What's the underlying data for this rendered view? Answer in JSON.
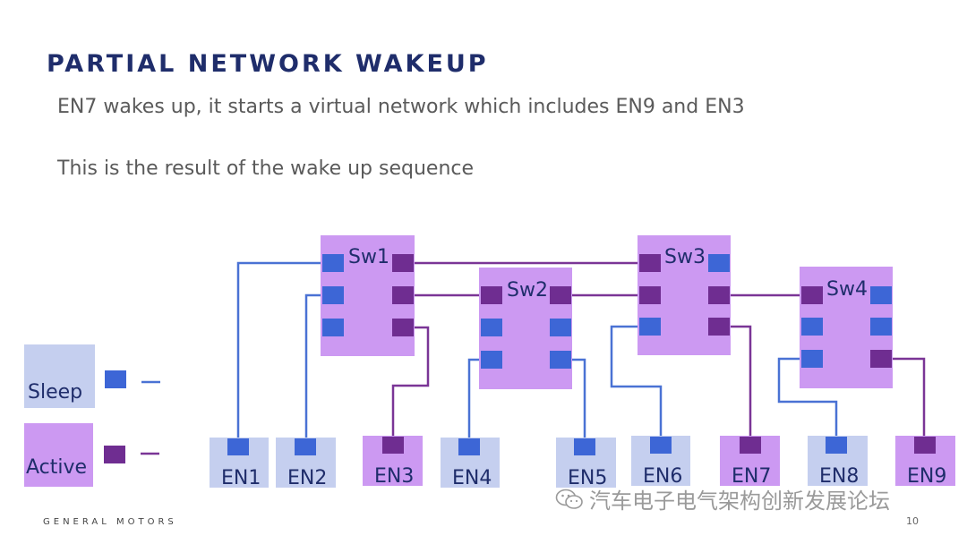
{
  "title": "PARTIAL NETWORK WAKEUP",
  "subtitle_line1": "EN7 wakes up, it starts a virtual network which includes EN9 and EN3",
  "subtitle_line2": "This is the result of the wake up sequence",
  "legend": {
    "sleep_label": "Sleep",
    "active_label": "Active"
  },
  "switches": [
    {
      "id": "sw1",
      "label": "Sw1",
      "state": "active"
    },
    {
      "id": "sw2",
      "label": "Sw2",
      "state": "active"
    },
    {
      "id": "sw3",
      "label": "Sw3",
      "state": "active"
    },
    {
      "id": "sw4",
      "label": "Sw4",
      "state": "active"
    }
  ],
  "nodes": [
    {
      "id": "en1",
      "label": "EN1",
      "state": "sleep"
    },
    {
      "id": "en2",
      "label": "EN2",
      "state": "sleep"
    },
    {
      "id": "en3",
      "label": "EN3",
      "state": "active"
    },
    {
      "id": "en4",
      "label": "EN4",
      "state": "sleep"
    },
    {
      "id": "en5",
      "label": "EN5",
      "state": "sleep"
    },
    {
      "id": "en6",
      "label": "EN6",
      "state": "sleep"
    },
    {
      "id": "en7",
      "label": "EN7",
      "state": "active"
    },
    {
      "id": "en8",
      "label": "EN8",
      "state": "sleep"
    },
    {
      "id": "en9",
      "label": "EN9",
      "state": "active"
    }
  ],
  "colors": {
    "title": "#1f2d6b",
    "sleep_box": "#c5cfef",
    "sleep_port": "#3d66d6",
    "active_box": "#cc99f2",
    "active_port": "#6f2d91",
    "sleep_link": "#4a72d4",
    "active_link": "#7a3596"
  },
  "footer": "GENERAL MOTORS",
  "page_number": "10",
  "watermark": "汽车电子电气架构创新发展论坛",
  "watermark_icon": "wechat-icon"
}
